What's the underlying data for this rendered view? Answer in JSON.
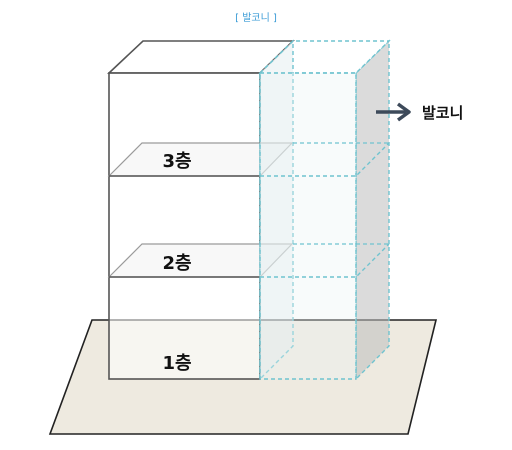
{
  "caption": "[ 발코니 ]",
  "balcony_label": "발코니",
  "floors": [
    {
      "label": "3층"
    },
    {
      "label": "2층"
    },
    {
      "label": "1층"
    }
  ],
  "colors": {
    "caption": "#3a9bd6",
    "balcony_outline": "#6fc3cf",
    "ground_fill": "#eeeae0",
    "arrow": "#3d4a5a",
    "building_outline": "#555555"
  }
}
